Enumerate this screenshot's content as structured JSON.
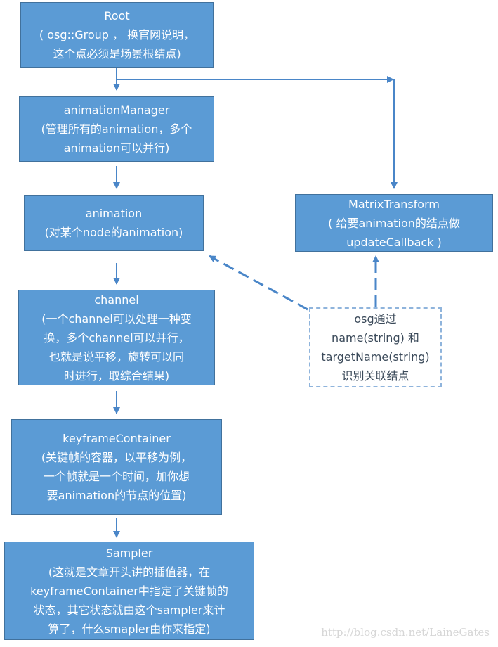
{
  "nodes": {
    "root": [
      "Root",
      "( osg::Group ， 换官网说明，",
      "这个点必须是场景根结点)"
    ],
    "animation_manager": [
      "animationManager",
      "(管理所有的animation，多个",
      "animation可以并行)"
    ],
    "animation": [
      "animation",
      "(对某个node的animation)"
    ],
    "channel": [
      "channel",
      "(一个channel可以处理一种变",
      "换，多个channel可以并行，",
      "也就是说平移，旋转可以同",
      "时进行，取综合结果)"
    ],
    "keyframe_container": [
      "keyframeContainer",
      "(关键帧的容器，以平移为例，",
      "一个帧就是一个时间，加你想",
      "要animation的节点的位置)"
    ],
    "sampler": [
      "Sampler",
      "(这就是文章开头讲的插值器，在",
      "keyframeContainer中指定了关键帧的",
      "状态，其它状态就由这个sampler来计",
      "算了，什么smapler由你来指定)"
    ],
    "matrix_transform": [
      "MatrixTransform",
      "( 给要animation的结点做",
      "updateCallback )"
    ],
    "osg_note": [
      "osg通过",
      "name(string) 和",
      "targetName(string)",
      "识别关联结点"
    ]
  },
  "watermark": "http://blog.csdn.net/LaineGates",
  "colors": {
    "box_fill": "#5b9bd5",
    "box_border": "#41719c",
    "arrow": "#4a86c8",
    "dashed_border": "#8fb4dc",
    "box_text": "#ffffff",
    "note_text": "#3b4a5a"
  }
}
